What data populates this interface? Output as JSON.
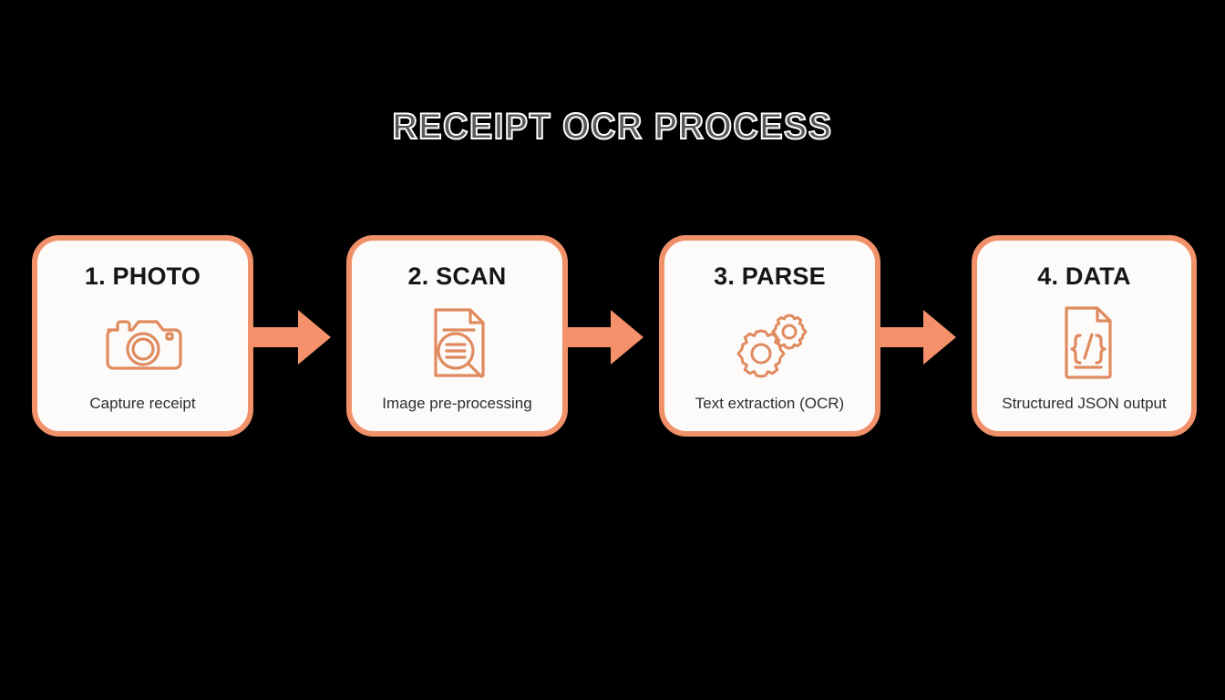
{
  "theme": {
    "background": "#000000",
    "accent": "#f0916a",
    "card_background": "#fdfbf9",
    "title_stroke": "#ffffff",
    "card_title_color": "#161616",
    "caption_color": "#2e2e2e"
  },
  "header": {
    "title": "RECEIPT OCR PROCESS"
  },
  "flow": {
    "steps": [
      {
        "title": "1. PHOTO",
        "caption": "Capture receipt",
        "icon": "camera-icon"
      },
      {
        "title": "2. SCAN",
        "caption": "Image pre-processing",
        "icon": "document-magnifier-icon"
      },
      {
        "title": "3. PARSE",
        "caption": "Text extraction (OCR)",
        "icon": "gears-icon"
      },
      {
        "title": "4. DATA",
        "caption": "Structured JSON output",
        "icon": "json-file-icon"
      }
    ],
    "connectors": [
      {
        "icon": "arrow-right-icon"
      },
      {
        "icon": "arrow-right-icon"
      },
      {
        "icon": "arrow-right-icon"
      }
    ]
  }
}
